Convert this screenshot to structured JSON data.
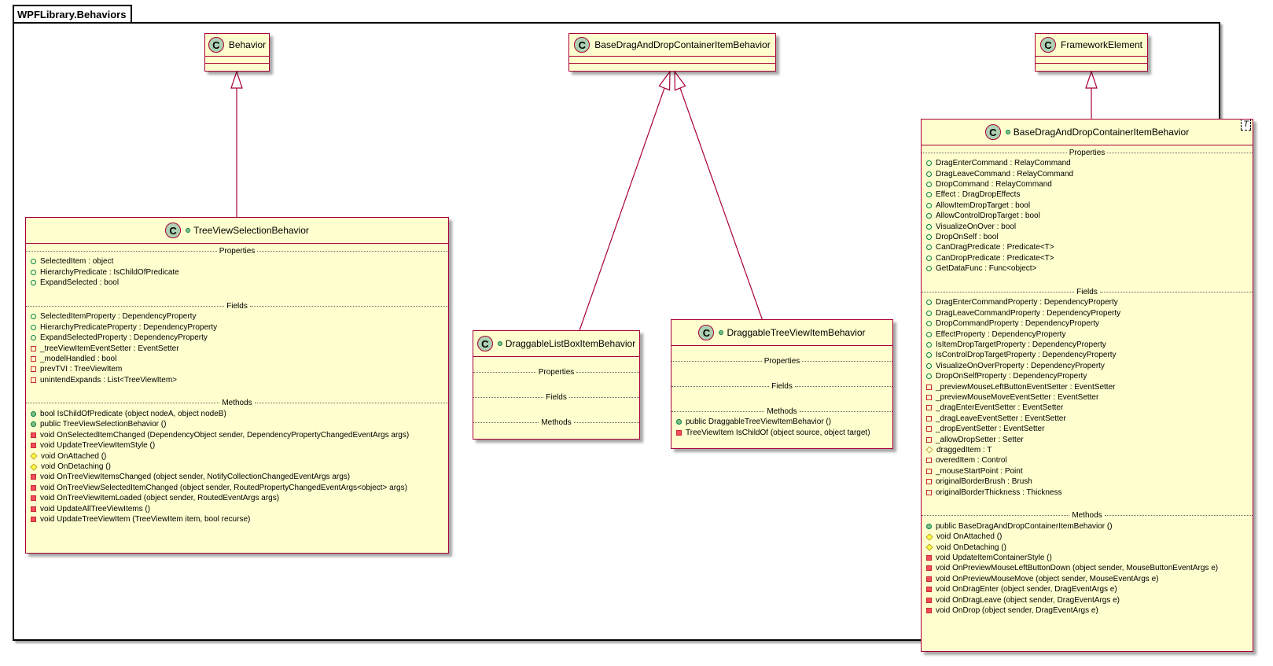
{
  "package": {
    "name": "WPFLibrary.Behaviors"
  },
  "colors": {
    "class_fill": "#FEFECE",
    "class_border": "#A80036",
    "icon_fill": "#ADD1B2",
    "public": "#038048",
    "private": "#C82930",
    "protected": "#B38D22"
  },
  "classes": {
    "behavior": {
      "name": "Behavior",
      "icon": "C"
    },
    "base_abstract": {
      "name": "BaseDragAndDropContainerItemBehavior",
      "icon": "C"
    },
    "framework_element": {
      "name": "FrameworkElement",
      "icon": "C"
    },
    "tree_view_selection": {
      "name": "TreeViewSelectionBehavior",
      "icon": "C",
      "properties_label": "Properties",
      "properties": [
        "SelectedItem : object",
        "HierarchyPredicate : IsChildOfPredicate",
        "ExpandSelected : bool"
      ],
      "fields_label": "Fields",
      "fields": [
        "SelectedItemProperty : DependencyProperty",
        "HierarchyPredicateProperty : DependencyProperty",
        "ExpandSelectedProperty : DependencyProperty",
        "_treeViewItemEventSetter : EventSetter",
        "_modelHandled : bool",
        "prevTVI : TreeViewItem",
        "unintendExpands : List<TreeViewItem>"
      ],
      "methods_label": "Methods",
      "methods": [
        "bool IsChildOfPredicate (object nodeA, object nodeB)",
        "public TreeViewSelectionBehavior ()",
        "void OnSelectedItemChanged (DependencyObject sender, DependencyPropertyChangedEventArgs args)",
        "void UpdateTreeViewItemStyle ()",
        "void OnAttached ()",
        "void OnDetaching ()",
        "void OnTreeViewItemsChanged (object sender, NotifyCollectionChangedEventArgs args)",
        "void OnTreeViewSelectedItemChanged (object sender, RoutedPropertyChangedEventArgs<object> args)",
        "void OnTreeViewItemLoaded (object sender, RoutedEventArgs args)",
        "void UpdateAllTreeViewItems ()",
        "void UpdateTreeViewItem (TreeViewItem item, bool recurse)"
      ]
    },
    "draggable_listbox": {
      "name": "DraggableListBoxItemBehavior",
      "icon": "C",
      "properties_label": "Properties",
      "fields_label": "Fields",
      "methods_label": "Methods"
    },
    "draggable_treeview": {
      "name": "DraggableTreeViewItemBehavior",
      "icon": "C",
      "properties_label": "Properties",
      "fields_label": "Fields",
      "methods_label": "Methods",
      "methods": [
        "public DraggableTreeViewItemBehavior ()",
        "TreeViewItem IsChildOf (object source, object target)"
      ]
    },
    "base_generic": {
      "name": "BaseDragAndDropContainerItemBehavior",
      "icon": "C",
      "type_param": "T",
      "properties_label": "Properties",
      "properties": [
        "DragEnterCommand : RelayCommand",
        "DragLeaveCommand : RelayCommand",
        "DropCommand : RelayCommand",
        "Effect : DragDropEffects",
        "AllowItemDropTarget : bool",
        "AllowControlDropTarget : bool",
        "VisualizeOnOver : bool",
        "DropOnSelf : bool",
        "CanDragPredicate : Predicate<T>",
        "CanDropPredicate : Predicate<T>",
        "GetDataFunc : Func<object>"
      ],
      "fields_label": "Fields",
      "fields": [
        "DragEnterCommandProperty : DependencyProperty",
        "DragLeaveCommandProperty : DependencyProperty",
        "DropCommandProperty : DependencyProperty",
        "EffectProperty : DependencyProperty",
        "IsItemDropTargetProperty : DependencyProperty",
        "IsControlDropTargetProperty : DependencyProperty",
        "VisualizeOnOverProperty : DependencyProperty",
        "DropOnSelfProperty : DependencyProperty",
        "_previewMouseLeftButtonEventSetter : EventSetter",
        "_previewMouseMoveEventSetter : EventSetter",
        "_dragEnterEventSetter : EventSetter",
        "_dragLeaveEventSetter : EventSetter",
        "_dropEventSetter : EventSetter",
        "_allowDropSetter : Setter",
        "draggedItem : T",
        "overedItem : Control",
        "_mouseStartPoint : Point",
        "originalBorderBrush : Brush",
        "originalBorderThickness : Thickness"
      ],
      "methods_label": "Methods",
      "methods": [
        "public BaseDragAndDropContainerItemBehavior ()",
        "void OnAttached ()",
        "void OnDetaching ()",
        "void UpdateItemContainerStyle ()",
        "void OnPreviewMouseLeftButtonDown (object sender, MouseButtonEventArgs e)",
        "void OnPreviewMouseMove (object sender, MouseEventArgs e)",
        "void OnDragEnter (object sender, DragEventArgs e)",
        "void OnDragLeave (object sender, DragEventArgs e)",
        "void OnDrop (object sender, DragEventArgs e)"
      ]
    }
  }
}
